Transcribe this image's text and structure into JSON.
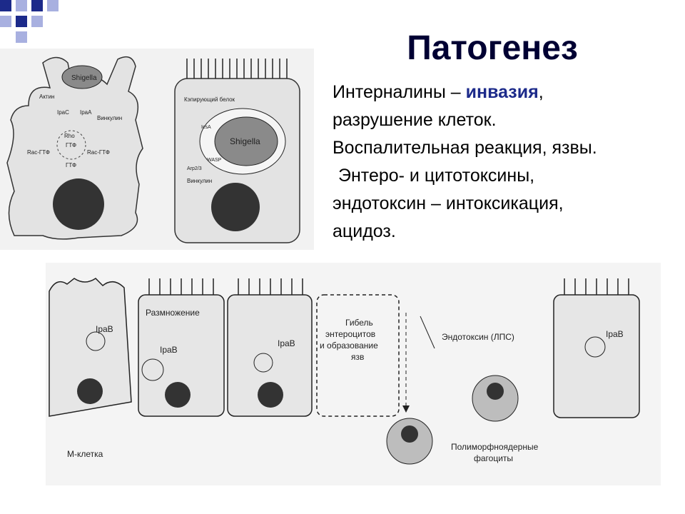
{
  "slide": {
    "title": "Патогенез",
    "lines": [
      {
        "before": "Интерналины – ",
        "accent": "инвазия",
        "after": ","
      },
      {
        "text": "разрушение клеток."
      },
      {
        "text": "Воспалительная реакция, язвы."
      },
      {
        "text": "Энтеро- и цитотоксины,"
      },
      {
        "text": "эндотоксин – интоксикация,"
      },
      {
        "text": "ацидоз."
      }
    ]
  },
  "figure_top": {
    "left_cell": {
      "shigella": "Shigella",
      "actin": "Актин",
      "ipac": "IpaC",
      "ipaa": "IpaA",
      "vinculin": "Винкулин",
      "rho": "Rho",
      "gtp_center": "ГТФ",
      "rac_left": "Rac-ГТФ",
      "rac_right": "Rac-ГТФ",
      "gtp_bottom": "ГТФ"
    },
    "right_cell": {
      "capping": "Кэпирующий белок",
      "shigella": "Shigella",
      "icsa": "IcsA",
      "wasp": "WASP",
      "arp": "Arp2/3",
      "vinculin": "Винкулин"
    }
  },
  "figure_bottom": {
    "m_cell": "М-клетка",
    "replication": "Размножение",
    "ipab_1": "IpaB",
    "ipab_2": "IpaB",
    "ipab_3": "IpaB",
    "ipab_4": "IpaB",
    "death_1": "Гибель",
    "death_2": "энтероцитов",
    "death_3": "и образование",
    "death_4": "язв",
    "endotoxin": "Эндотоксин (ЛПС)",
    "pmn_1": "Полиморфноядерные",
    "pmn_2": "фагоциты"
  },
  "colors": {
    "title": "#000033",
    "accent": "#1c2a8a",
    "deco_navy": "#1c2a8a",
    "deco_light": "#a8b0e0"
  }
}
